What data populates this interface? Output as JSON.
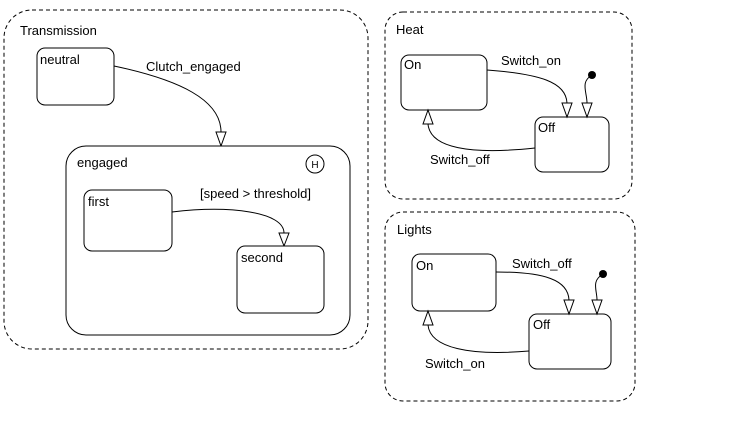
{
  "regions": {
    "transmission": {
      "label": "Transmission",
      "states": {
        "neutral": "neutral",
        "engaged": "engaged",
        "first": "first",
        "second": "second"
      },
      "history_marker": "H",
      "transitions": {
        "neutral_to_engaged": "Clutch_engaged",
        "first_to_second": "[speed > threshold]"
      }
    },
    "heat": {
      "label": "Heat",
      "states": {
        "on": "On",
        "off": "Off"
      },
      "transitions": {
        "on_to_off": "Switch_on",
        "off_to_on": "Switch_off"
      }
    },
    "lights": {
      "label": "Lights",
      "states": {
        "on": "On",
        "off": "Off"
      },
      "transitions": {
        "on_to_off": "Switch_off",
        "off_to_on": "Switch_on"
      }
    }
  },
  "colors": {
    "stroke": "#000000",
    "background": "#ffffff"
  }
}
